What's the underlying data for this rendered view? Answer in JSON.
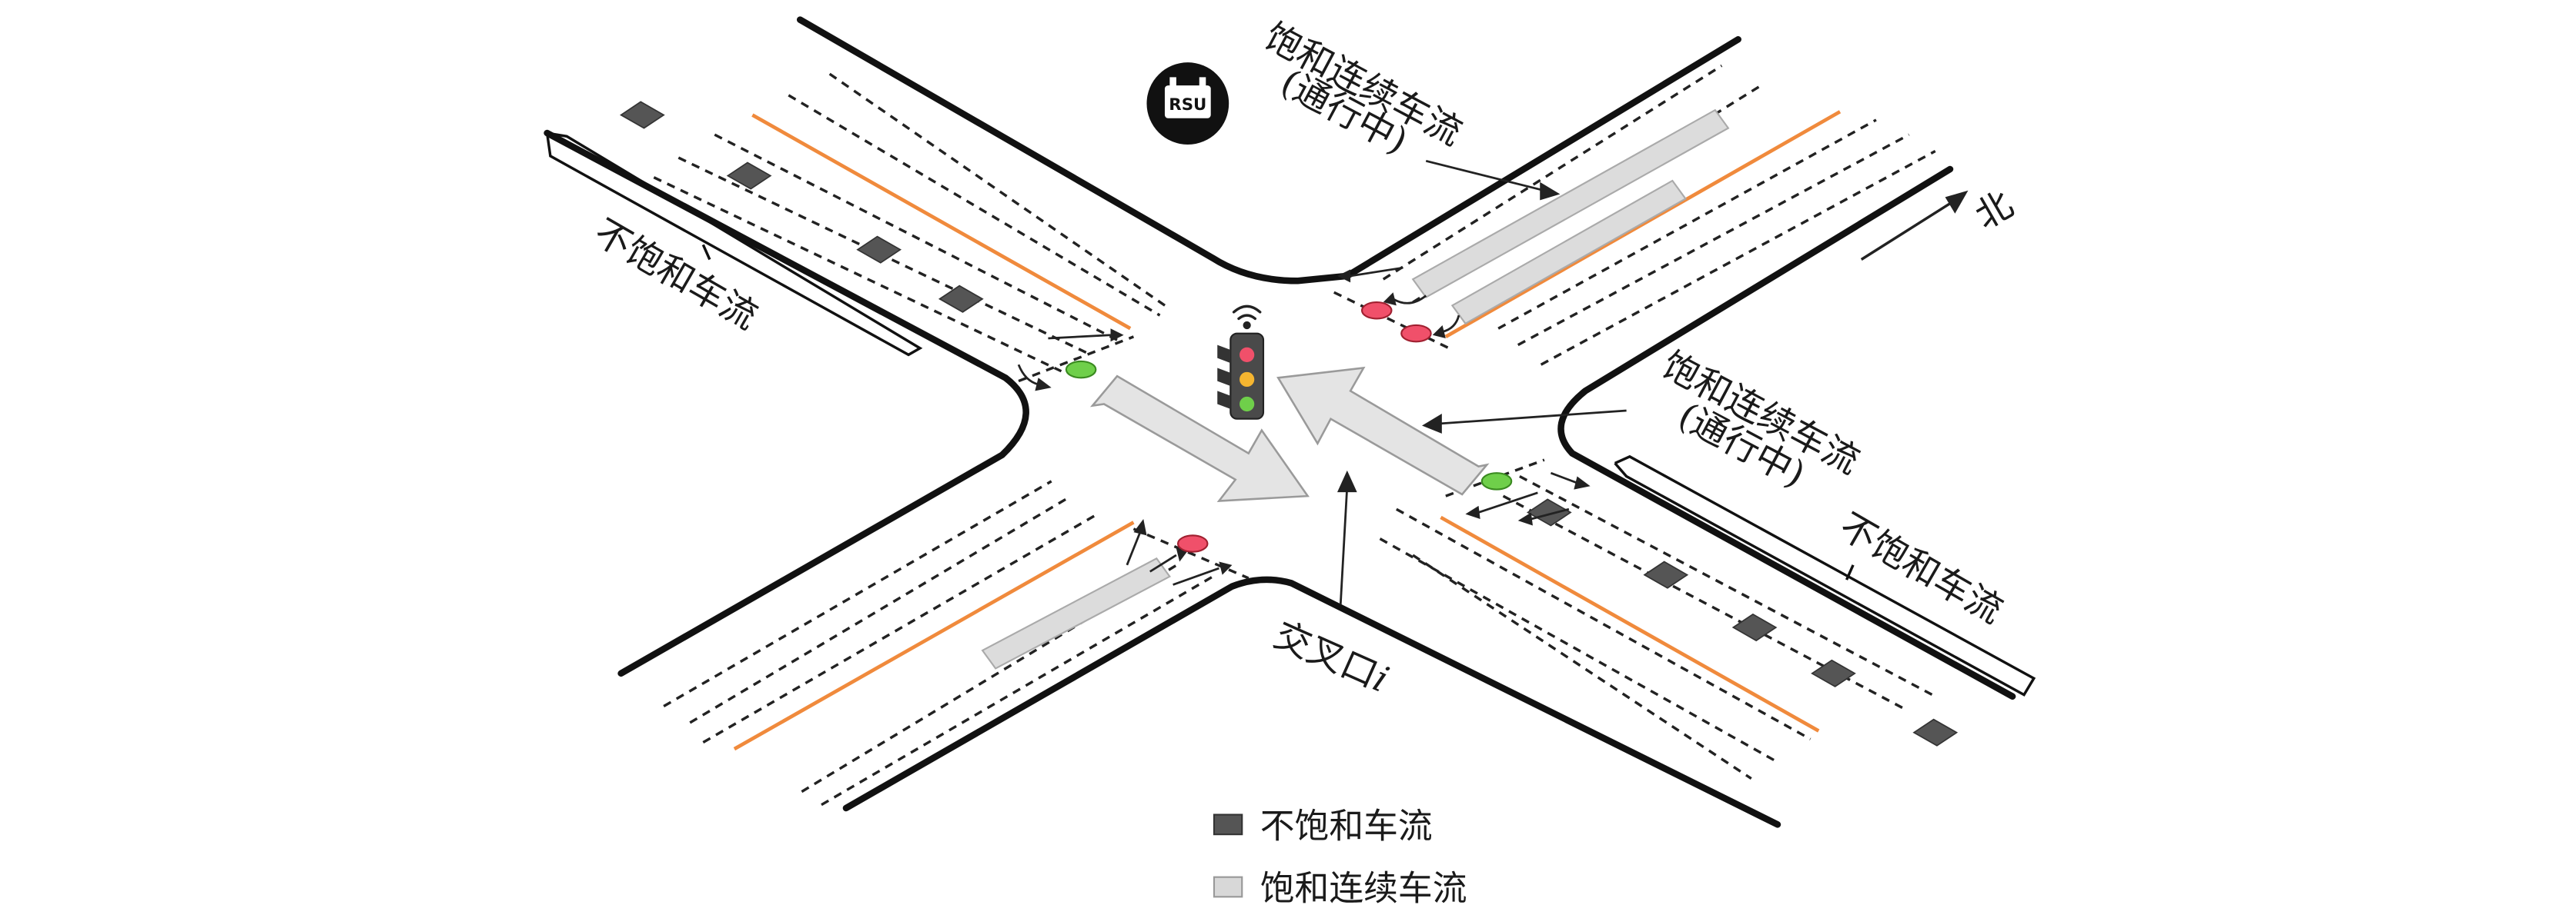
{
  "labels": {
    "north": "北",
    "rsu": "RSU",
    "intersection": "交叉口",
    "intersection_index": "i",
    "unsat_left": "不饱和车流",
    "unsat_right": "不饱和车流",
    "sat_top_line1": "饱和连续车流",
    "sat_top_line2": "(通行中)",
    "sat_right_line1": "饱和连续车流",
    "sat_right_line2": "(通行中)"
  },
  "legend": {
    "unsaturated": "不饱和车流",
    "saturated": "饱和连续车流"
  },
  "colors": {
    "unsaturated_fill": "#555555",
    "saturated_fill": "#d8d8d8",
    "median_line": "#f08a3c",
    "signal_red": "#f0506a",
    "signal_green": "#6fcf4a",
    "signal_yellow": "#f5b530"
  },
  "icons": [
    "rsu-icon",
    "traffic-light-icon",
    "wifi-icon",
    "north-arrow-icon"
  ]
}
